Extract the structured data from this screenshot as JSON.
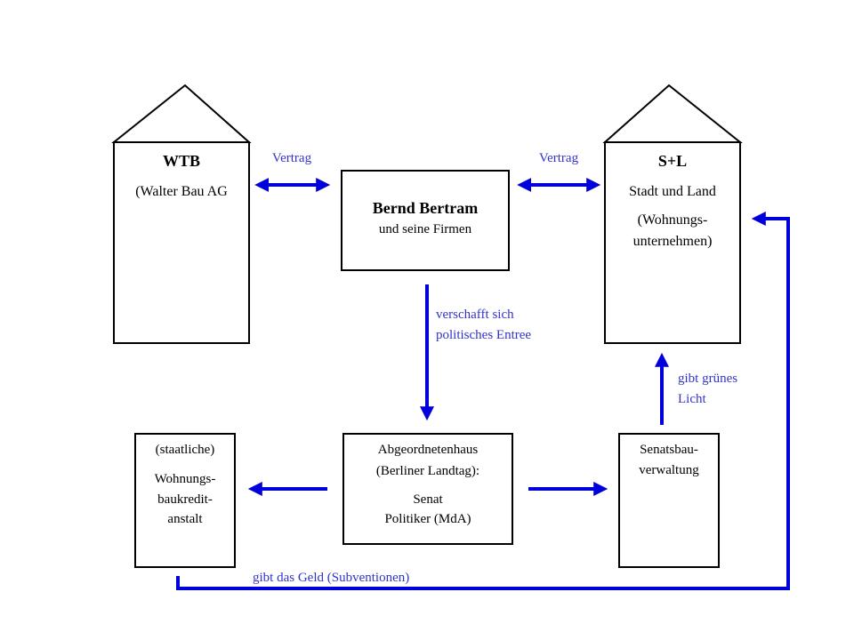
{
  "colors": {
    "arrow": "#0000dd",
    "label": "#3333cc",
    "box": "#000000"
  },
  "wtb": {
    "title": "WTB",
    "line1": "(Walter Bau AG"
  },
  "sl": {
    "title": "S+L",
    "line1": "Stadt und Land",
    "line2": "(Wohnungs-",
    "line3": "unternehmen)"
  },
  "bertram": {
    "title": "Bernd Bertram",
    "subtitle": "und seine Firmen"
  },
  "parliament": {
    "line1": "Abgeordnetenhaus",
    "line2": "(Berliner Landtag):",
    "line3": "Senat",
    "line4": "Politiker (MdA)"
  },
  "credit": {
    "line1": "(staatliche)",
    "line2": "Wohnungs-",
    "line3": "baukredit-",
    "line4": "anstalt"
  },
  "senate": {
    "line1": "Senatsbau-",
    "line2": "verwaltung"
  },
  "labels": {
    "vertrag_left": "Vertrag",
    "vertrag_right": "Vertrag",
    "entree_line1": "verschafft sich",
    "entree_line2": "politisches Entree",
    "green_line1": "gibt grünes",
    "green_line2": "Licht",
    "money": "gibt das Geld (Subventionen)"
  }
}
